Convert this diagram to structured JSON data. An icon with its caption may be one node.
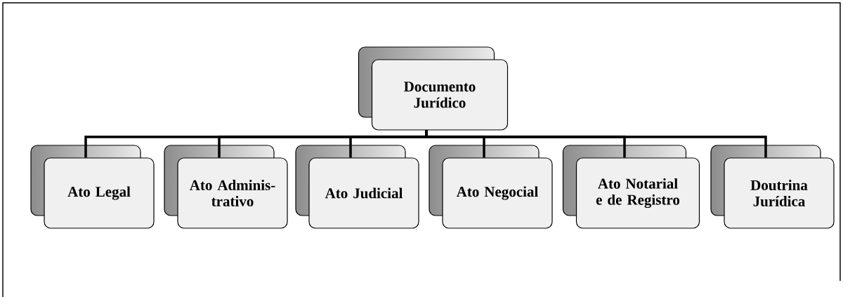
{
  "diagram": {
    "nodes": [
      {
        "text": [
          "Documento Jurídico"
        ]
      },
      {
        "text": [
          "Ato Legal"
        ]
      },
      {
        "text": [
          "Ato Adminis- trativo"
        ]
      },
      {
        "text": [
          "Ato Judicial"
        ]
      },
      {
        "text": [
          "Ato Negocial"
        ]
      },
      {
        "text": [
          "Ato Notarial e de Registro"
        ]
      },
      {
        "text": [
          "Doutrina Jurídica"
        ]
      }
    ],
    "edges": [
      {
        "from": 0,
        "to": 1,
        "arrow": "none"
      },
      {
        "from": 0,
        "to": 2,
        "arrow": "none"
      },
      {
        "from": 0,
        "to": 3,
        "arrow": "none"
      },
      {
        "from": 0,
        "to": 4,
        "arrow": "none"
      },
      {
        "from": 0,
        "to": 5,
        "arrow": "none"
      },
      {
        "from": 0,
        "to": 6,
        "arrow": "none"
      }
    ]
  }
}
